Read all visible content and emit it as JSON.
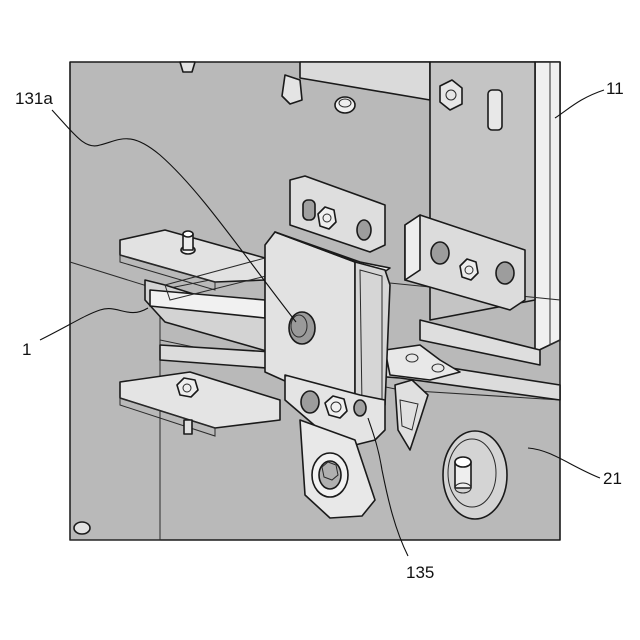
{
  "figure": {
    "background_color": "#ffffff",
    "body_color": "#b9b9b9",
    "part_color": "#dedede",
    "highlight_color": "#f2f2f2",
    "shadow_color": "#9a9a9a",
    "line_color": "#1a1a1a"
  },
  "labels": {
    "ref_131a": "131a",
    "ref_11": "11",
    "ref_1": "1",
    "ref_21": "21",
    "ref_135": "135"
  }
}
